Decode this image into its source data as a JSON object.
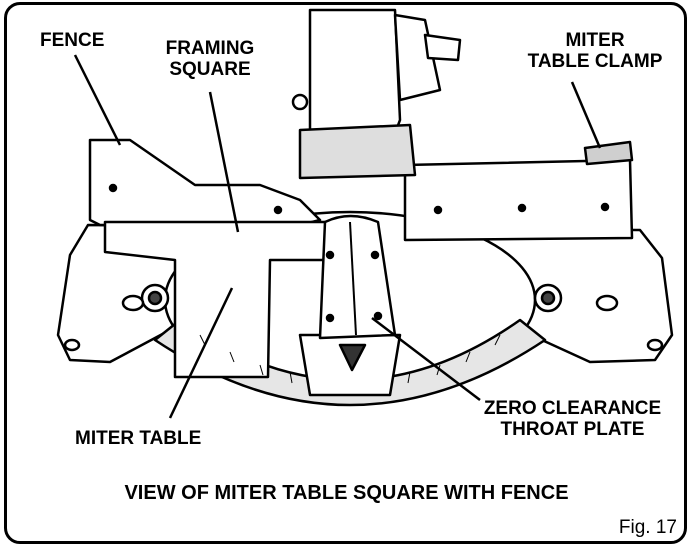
{
  "labels": {
    "fence": "FENCE",
    "framing_square_1": "FRAMING",
    "framing_square_2": "SQUARE",
    "miter_clamp_1": "MITER",
    "miter_clamp_2": "TABLE CLAMP",
    "miter_table": "MITER TABLE",
    "throat_plate_1": "ZERO CLEARANCE",
    "throat_plate_2": "THROAT PLATE"
  },
  "caption": "VIEW OF MITER TABLE SQUARE WITH FENCE",
  "figure_number": "Fig. 17",
  "colors": {
    "line": "#000000",
    "background": "#ffffff",
    "shade": "#c8c8c8"
  }
}
